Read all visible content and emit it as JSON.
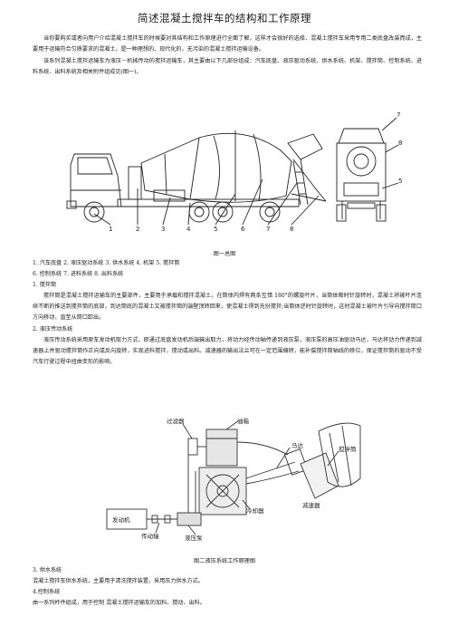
{
  "document": {
    "title": "简述混凝土搅拌车的结构和工作原理",
    "intro": "当你要购买或者向用户介绍混凝土搅拌车的时候要对其结构和工作原理进行全面了解，这样才会很好的选择、混凝土搅拌车采用专用二类底盘改装而成，主要用于运输符合匀质要求的混凝土，是一种理想的、现代化的，无污染的混凝土搅拌运输设备。",
    "overview": "该系列混凝土搅拌运输车为液压－机械传动的搅拌运输车，其主要由以下几部份组成：汽车底盘、液压驱动系统、供水系统、机架、搅拌筒、控制系统、进料系统、出料系统及相关附件组成见(图一)。",
    "figure1": {
      "caption": "图一总图",
      "callouts": [
        "1",
        "2",
        "3",
        "4",
        "5",
        "6",
        "7",
        "8"
      ],
      "side_callouts": [
        "7",
        "8",
        "5"
      ]
    },
    "legend_line1": "1. 汽车底盘  2. 液压驱动系统  3. 供水系统  4. 机架  5. 搅拌筒",
    "legend_line2": "6. 控制系统  7. 进料系统  8. 出料系统",
    "s1_heading": "1. 搅拌筒",
    "s1_body": "搅拌筒是混凝土搅拌运输车的主要部件，主要用于承载和搅拌混凝土。在筒体内焊有两条互错 180°的螺旋叶片，当筒体顺时针旋转时，混凝土将被叶片连续不断的推送到搅拌筒的底部，到达筒底的混凝土又被搅拌筒的端壁顶转回来，使混凝土得到充份搅拌;当筒体逆时针旋转时，这时混凝土被叶片引导向搅拌筒口方向移动，直至从筒口卸出。",
    "s2_heading": "2. 液压传动系统",
    "s2_body": "液压传动系统采用原车发动机取力方式，即通过底盘发动机后端输出取力，将动力经传动轴传递到液压泵，液压泵的高压油驱动马达，马达将动力传递到减速器上并驱动搅拌筒作正向或反向旋转，实现进料搅拌，搅动或出料。减速器的输出法兰可在一定范围偏转，能补偿搅拌筒轴线的移位，保证搅拌筒的驱动不受汽车行驶过程中扭曲变形的影响。",
    "figure2": {
      "caption": "图二液压系统工作原理图",
      "labels": {
        "filter": "过滤器",
        "tank": "油箱",
        "motor": "马达",
        "drum": "搅拌筒",
        "reducer": "减速器",
        "cooler": "冷却器",
        "engine": "发动机",
        "shaft": "传动轴",
        "pump": "液压泵"
      }
    },
    "s3_heading": "3. 供水系统",
    "s3_body": "混凝土搅拌车供水系统，主要用于清洗搅拌装置，采用压力供水方式。",
    "s4_heading": "4.控制系统",
    "s4_body": "由一系列杆件组成，用于控制 混凝土搅拌运输车的加料、搅动、出料。"
  }
}
